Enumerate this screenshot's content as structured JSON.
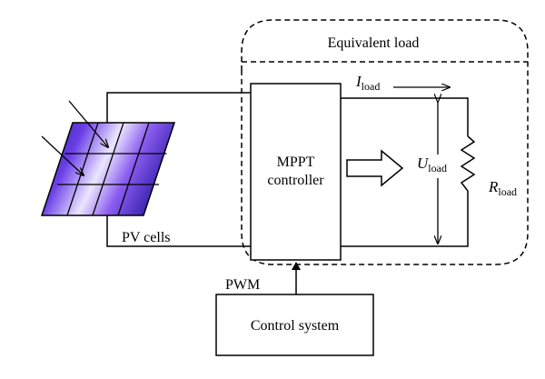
{
  "labels": {
    "equivalent_load": "Equivalent load",
    "i_load_main": "I",
    "i_load_sub": "load",
    "u_load_main": "U",
    "u_load_sub": "load",
    "r_load_main": "R",
    "r_load_sub": "load",
    "mppt_line1": "MPPT",
    "mppt_line2": "controller",
    "pv_cells": "PV cells",
    "pwm": "PWM",
    "control_system": "Control system"
  },
  "colors": {
    "panel_dark": "#2c1f9e",
    "panel_mid": "#8a5cf0",
    "panel_light": "#ece6ff",
    "line": "#000000"
  }
}
